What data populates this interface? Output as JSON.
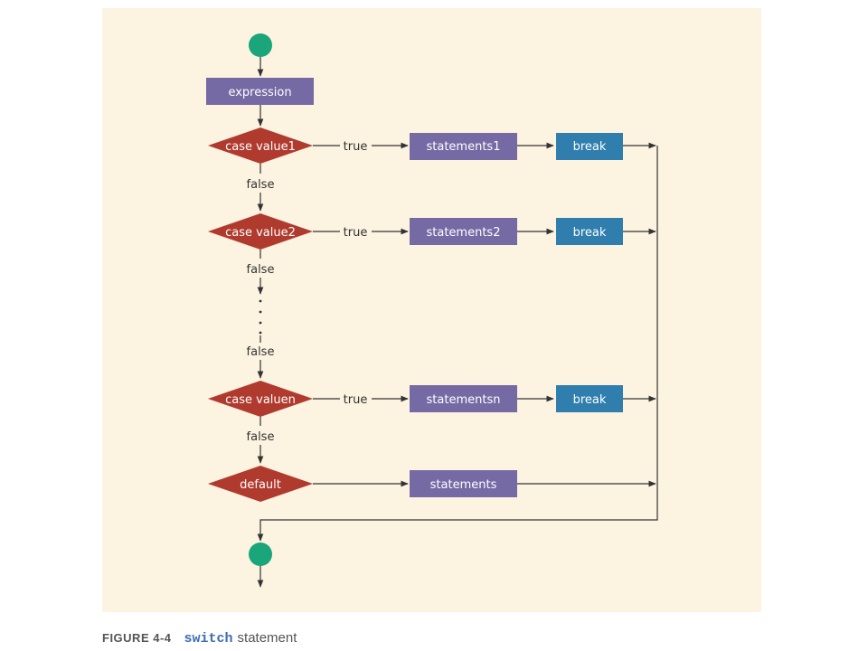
{
  "colors": {
    "background": "#fcf3e1",
    "terminal": "#1aa57a",
    "process": "#766aa5",
    "decision": "#b03a2e",
    "break": "#2f7eae",
    "line": "#333333"
  },
  "nodes": {
    "expression": "expression",
    "case1": "case value1",
    "case2": "case value2",
    "casen": "case valuen",
    "default": "default",
    "statements1": "statements1",
    "statements2": "statements2",
    "statementsn": "statementsn",
    "statements": "statements",
    "break1": "break",
    "break2": "break",
    "breakn": "break"
  },
  "edges": {
    "true_label": "true",
    "false_label": "false"
  },
  "caption": {
    "figure_number": "FIGURE 4-4",
    "keyword": "switch",
    "text": "statement"
  }
}
